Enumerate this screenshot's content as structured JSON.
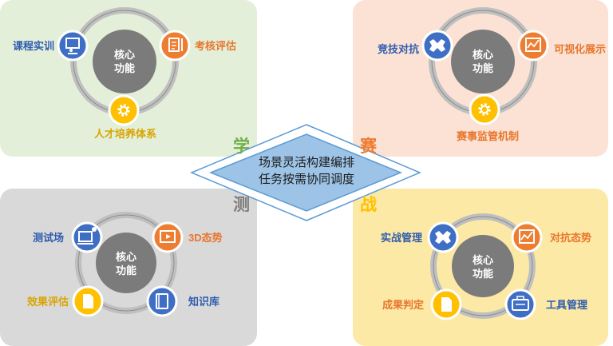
{
  "center": {
    "line1": "场景灵活构建编排",
    "line2": "任务按需协同调度"
  },
  "corners": {
    "xue": "学",
    "sai": "赛",
    "ce": "测",
    "zhan": "战"
  },
  "colors": {
    "green_panel": "#e3efd9",
    "peach_panel": "#fbe2d4",
    "gray_panel": "#d9d9d9",
    "yellow_panel": "#fde9a6",
    "blue": "#3f6fc4",
    "orange": "#ed7d31",
    "gold": "#ffc000",
    "center_fill": "#9dc3e6"
  },
  "xue": {
    "core_line1": "核心",
    "core_line2": "功能",
    "left": "课程实训",
    "right": "考核评估",
    "bottom": "人才培养体系"
  },
  "sai": {
    "core_line1": "核心",
    "core_line2": "功能",
    "left": "竞技对抗",
    "right": "可视化展示",
    "bottom": "赛事监管机制"
  },
  "ce": {
    "core_line1": "核心",
    "core_line2": "功能",
    "tl": "测试场",
    "tr": "3D态势",
    "bl": "效果评估",
    "br": "知识库"
  },
  "zhan": {
    "core_line1": "核心",
    "core_line2": "功能",
    "tl": "实战管理",
    "tr": "对抗态势",
    "bl": "成果判定",
    "br": "工具管理"
  }
}
